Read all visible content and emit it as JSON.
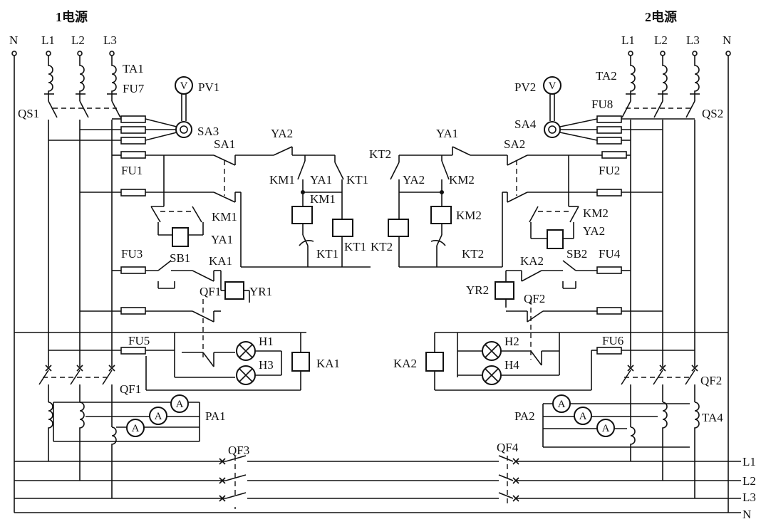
{
  "headings": {
    "source1": "1电源",
    "source2": "2电源"
  },
  "left": {
    "terminals": [
      "N",
      "L1",
      "L2",
      "L3"
    ],
    "ta": "TA1",
    "fu7": "FU7",
    "pv": "PV1",
    "qs": "QS1",
    "sa3": "SA3",
    "fu1": "FU1",
    "sa1": "SA1",
    "ya2": "YA2",
    "km1": "KM1",
    "ya1": "YA1",
    "kt1": "KT1",
    "km1b": "KM1",
    "km1c": "KM1",
    "kt1b": "KT1",
    "kt1c": "KT1",
    "ya1b": "YA1",
    "sb1": "SB1",
    "fu3": "FU3",
    "ka1": "KA1",
    "qf1a": "QF1",
    "yr1": "YR1",
    "h1": "H1",
    "h3": "H3",
    "ka1b": "KA1",
    "fu5": "FU5",
    "qf1b": "QF1",
    "pa1": "PA1"
  },
  "right": {
    "terminals": [
      "L1",
      "L2",
      "L3",
      "N"
    ],
    "ta": "TA2",
    "fu8": "FU8",
    "pv": "PV2",
    "qs": "QS2",
    "sa4": "SA4",
    "fu2": "FU2",
    "sa2": "SA2",
    "ya1": "YA1",
    "kt2": "KT2",
    "ya2": "YA2",
    "km2": "KM2",
    "km2b": "KM2",
    "km2c": "KM2",
    "kt2b": "KT2",
    "kt2c": "KT2",
    "ya2b": "YA2",
    "sb2": "SB2",
    "fu4": "FU4",
    "ka2": "KA2",
    "qf2a": "QF2",
    "yr2": "YR2",
    "h2": "H2",
    "h4": "H4",
    "ka2b": "KA2",
    "fu6": "FU6",
    "qf2b": "QF2",
    "pa2": "PA2",
    "ta4": "TA4"
  },
  "bus": {
    "qf3": "QF3",
    "qf4": "QF4",
    "lines": [
      "L1",
      "L2",
      "L3",
      "N"
    ]
  },
  "meters": {
    "volt": "V",
    "amp": "A"
  }
}
